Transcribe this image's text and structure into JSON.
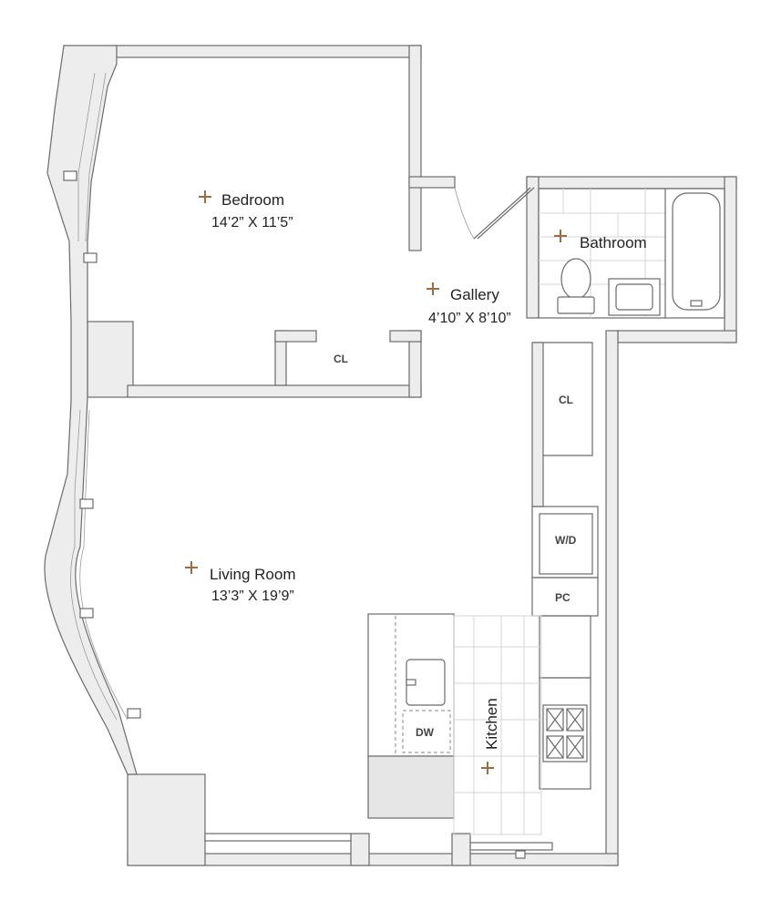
{
  "rooms": {
    "bedroom": {
      "name": "Bedroom",
      "dims": "14’2” X 11’5”"
    },
    "gallery": {
      "name": "Gallery",
      "dims": "4’10” X 8’10”"
    },
    "bathroom": {
      "name": "Bathroom"
    },
    "living": {
      "name": "Living Room",
      "dims": "13’3” X 19’9”"
    },
    "kitchen": {
      "name": "Kitchen"
    }
  },
  "fixtures": {
    "bedroom_closet": "CL",
    "hall_closet": "CL",
    "washer_dryer": "W/D",
    "pantry_closet": "PC",
    "dishwasher": "DW"
  },
  "colors": {
    "marker": "#9c6b3f",
    "wall_fill": "#ededed",
    "wall_stroke": "#6b6b6b"
  }
}
